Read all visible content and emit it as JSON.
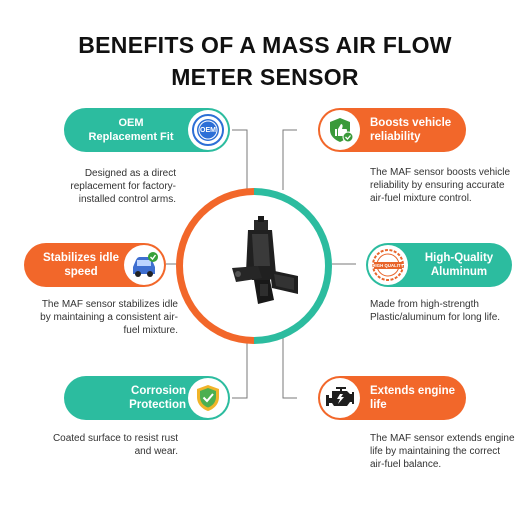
{
  "title": {
    "line1": "BENEFITS OF A MASS AIR FLOW",
    "line2": "METER SENSOR"
  },
  "colors": {
    "teal": "#2cbc9f",
    "orange": "#f2672a"
  },
  "benefits": [
    {
      "label": "OEM\nReplacement Fit",
      "icon": "oem-badge-icon",
      "badge_text": "OEM",
      "description": "Designed as a direct replacement for factory-installed control arms."
    },
    {
      "label": "Boosts vehicle reliability",
      "icon": "thumbs-up-shield-icon",
      "description": "The MAF sensor boosts vehicle reliability by ensuring accurate air-fuel mixture control."
    },
    {
      "label": "Stabilizes idle speed",
      "icon": "car-check-icon",
      "description": "The MAF sensor stabilizes idle by maintaining a consistent air-fuel mixture."
    },
    {
      "label": "High-Quality Aluminum",
      "icon": "high-quality-stamp-icon",
      "badge_text": "HIGH QUALITY",
      "description": "Made from high-strength Plastic/aluminum for long life."
    },
    {
      "label": "Corrosion Protection",
      "icon": "shield-check-icon",
      "description": "Coated surface to resist rust and wear."
    },
    {
      "label": "Extends engine life",
      "icon": "engine-icon",
      "description": "The MAF sensor extends engine life by maintaining the correct air-fuel balance."
    }
  ]
}
